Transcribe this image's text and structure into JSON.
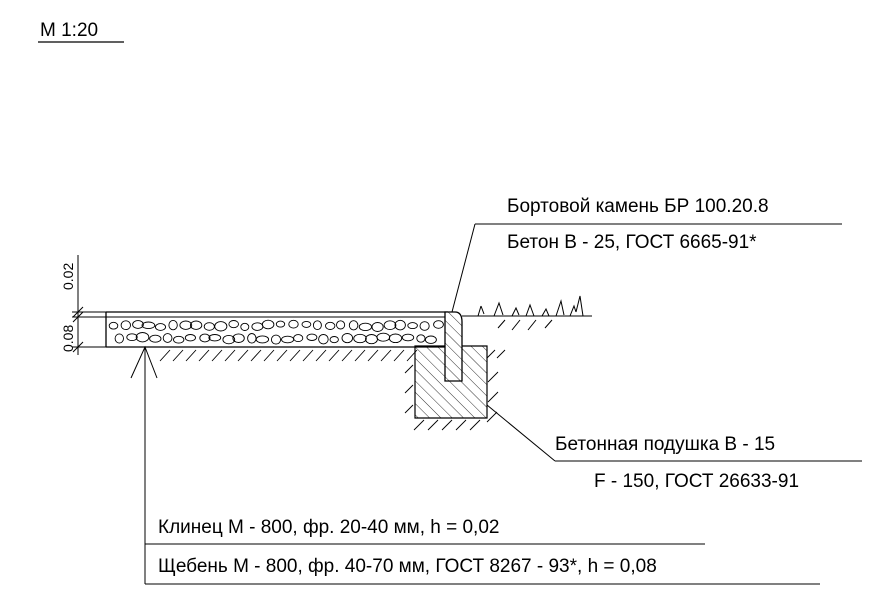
{
  "scale": "М 1:20",
  "dimensions": {
    "top": "0.02",
    "bottom": "0.08"
  },
  "curb_callout": {
    "line1": "Бортовой камень БР 100.20.8",
    "line2": "Бетон В - 25, ГОСТ 6665-91*"
  },
  "cushion_callout": {
    "line1": "Бетонная подушка В - 15",
    "line2": "F - 150, ГОСТ 26633-91"
  },
  "layers_callout": {
    "line1": "Клинец  М - 800, фр. 20-40 мм, h = 0,02",
    "line2": "Щебень М - 800, фр. 40-70 мм, ГОСТ 8267 - 93*, h = 0,08"
  },
  "colors": {
    "ink": "#000000",
    "background": "#ffffff"
  }
}
